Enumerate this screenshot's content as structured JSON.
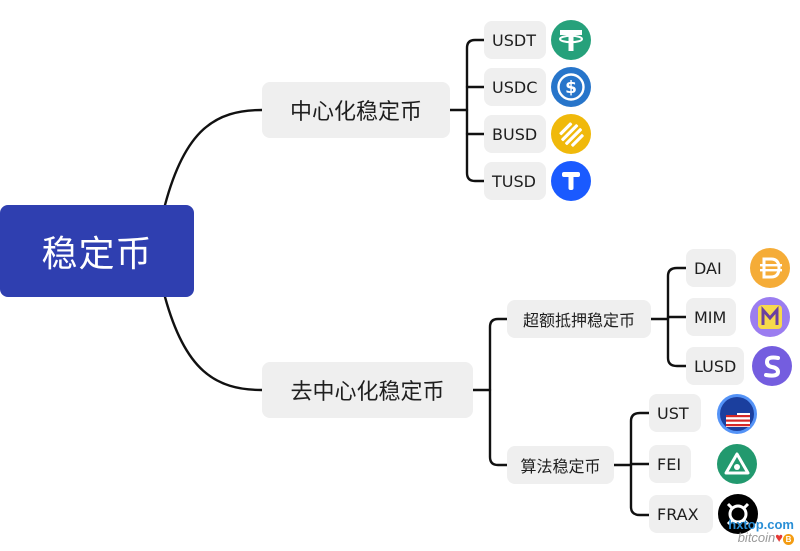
{
  "root": {
    "label": "稳定币"
  },
  "centralized": {
    "label": "中心化稳定币",
    "coins": [
      {
        "label": "USDT",
        "icon": "tether-icon",
        "color": "#26a17b"
      },
      {
        "label": "USDC",
        "icon": "usdc-icon",
        "color": "#2775ca"
      },
      {
        "label": "BUSD",
        "icon": "busd-icon",
        "color": "#f0b90b"
      },
      {
        "label": "TUSD",
        "icon": "tusd-icon",
        "color": "#1a5aff"
      }
    ]
  },
  "decentralized": {
    "label": "去中心化稳定币",
    "overcollateralized": {
      "label": "超额抵押稳定币",
      "coins": [
        {
          "label": "DAI",
          "icon": "dai-icon",
          "color": "#f5ac37"
        },
        {
          "label": "MIM",
          "icon": "mim-icon",
          "color": "#9b7df0"
        },
        {
          "label": "LUSD",
          "icon": "lusd-icon",
          "color": "#745ddf"
        }
      ]
    },
    "algorithmic": {
      "label": "算法稳定币",
      "coins": [
        {
          "label": "UST",
          "icon": "ust-icon",
          "color": "#5493f7"
        },
        {
          "label": "FEI",
          "icon": "fei-icon",
          "color": "#22996e"
        },
        {
          "label": "FRAX",
          "icon": "frax-icon",
          "color": "#000000"
        }
      ]
    }
  },
  "watermark": {
    "domain": "hxtop.com",
    "brand": "bitcoin"
  },
  "colors": {
    "root_bg": "#2f3fb0",
    "node_bg": "#efefef",
    "line": "#111111"
  }
}
